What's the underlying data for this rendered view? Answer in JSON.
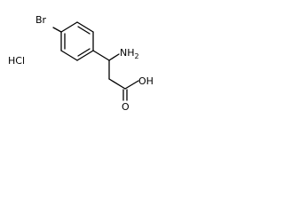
{
  "molecule": {
    "salt_label": "HCl",
    "atoms": {
      "bromine": "Br",
      "amine": "NH",
      "amine_subscript": "2",
      "hydroxyl": "OH",
      "carbonyl_oxygen": "O"
    }
  },
  "colors": {
    "bond": "#000000",
    "text": "#000000",
    "background": "#ffffff"
  }
}
